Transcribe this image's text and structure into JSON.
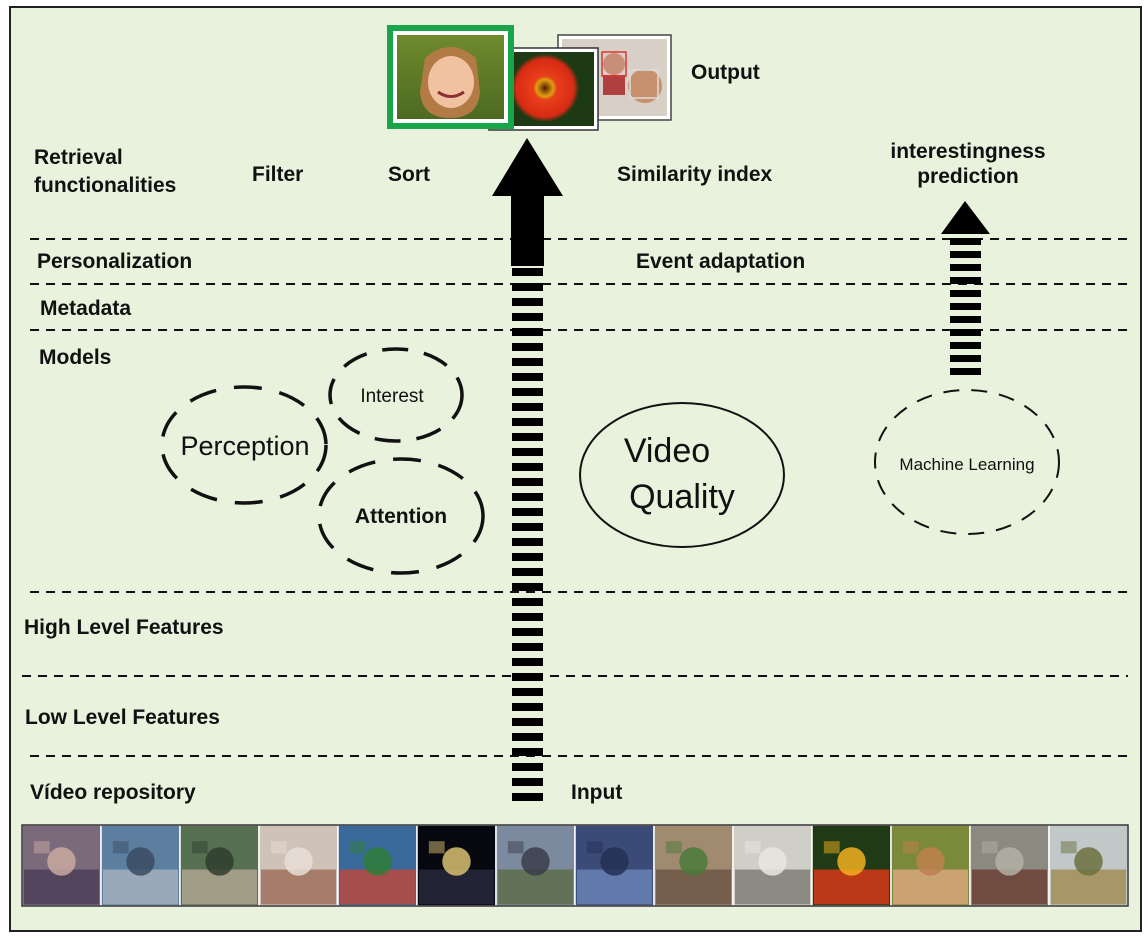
{
  "colors": {
    "background": "#e9f2dc",
    "border": "#222222",
    "selected_frame": "#19a64a",
    "ink": "#111111"
  },
  "output": {
    "label": "Output"
  },
  "input": {
    "label": "Input"
  },
  "retrieval": {
    "label_line1": "Retrieval",
    "label_line2": "functionalities",
    "filter": "Filter",
    "sort": "Sort",
    "similarity": "Similarity index",
    "interestingness_line1": "interestingness",
    "interestingness_line2": "prediction"
  },
  "layers": {
    "personalization": "Personalization",
    "event_adaptation": "Event adaptation",
    "metadata": "Metadata",
    "models": "Models",
    "high_level": "High Level Features",
    "low_level": "Low Level Features",
    "repository": "Vídeo repository"
  },
  "models": {
    "interest": "Interest",
    "perception": "Perception",
    "attention": "Attention",
    "video_quality_line1": "Video",
    "video_quality_line2": "Quality",
    "machine_learning": "Machine Learning"
  },
  "output_thumbnails": [
    {
      "icon": "girl-portrait-thumbnail",
      "selected": true
    },
    {
      "icon": "red-flower-thumbnail",
      "selected": false
    },
    {
      "icon": "face-detection-thumbnail",
      "selected": false
    }
  ],
  "repository_thumbnails": [
    {
      "icon": "volleyball-thumbnail",
      "colors": [
        "#7a6a7c",
        "#4a3c55",
        "#c9a9a0"
      ]
    },
    {
      "icon": "crowd-thumbnail",
      "colors": [
        "#5c7fa0",
        "#a9b4c0",
        "#3b4b63"
      ]
    },
    {
      "icon": "classroom-thumbnail",
      "colors": [
        "#587052",
        "#b3a792",
        "#2f3d2e"
      ]
    },
    {
      "icon": "face-detection-thumbnail",
      "colors": [
        "#cfc2b8",
        "#9b6b58",
        "#e8ded6"
      ]
    },
    {
      "icon": "stadium-thumbnail",
      "colors": [
        "#3a6a9c",
        "#c0473a",
        "#2f7d3a"
      ]
    },
    {
      "icon": "fireworks-thumbnail",
      "colors": [
        "#07080f",
        "#2a2b40",
        "#d8c070"
      ]
    },
    {
      "icon": "cyclists-thumbnail",
      "colors": [
        "#7c8aa0",
        "#5a6c46",
        "#3c3c4a"
      ]
    },
    {
      "icon": "tree-sky-thumbnail",
      "colors": [
        "#3b4b78",
        "#6c84b8",
        "#233055"
      ]
    },
    {
      "icon": "basketball-thumbnail",
      "colors": [
        "#a08a70",
        "#6a5444",
        "#4a7a3a"
      ]
    },
    {
      "icon": "presentation-thumbnail",
      "colors": [
        "#cfcfc8",
        "#7a7872",
        "#e8e8e0"
      ]
    },
    {
      "icon": "red-flower-thumbnail",
      "colors": [
        "#1f3a14",
        "#e23a18",
        "#f2b020"
      ]
    },
    {
      "icon": "girl-portrait-thumbnail",
      "colors": [
        "#7a8a3a",
        "#e0a880",
        "#c08050"
      ]
    },
    {
      "icon": "wrecked-car-thumbnail",
      "colors": [
        "#8c8a80",
        "#6a3a30",
        "#b0b0a4"
      ]
    },
    {
      "icon": "field-path-thumbnail",
      "colors": [
        "#c0c8c8",
        "#a08a50",
        "#6c7040"
      ]
    }
  ]
}
